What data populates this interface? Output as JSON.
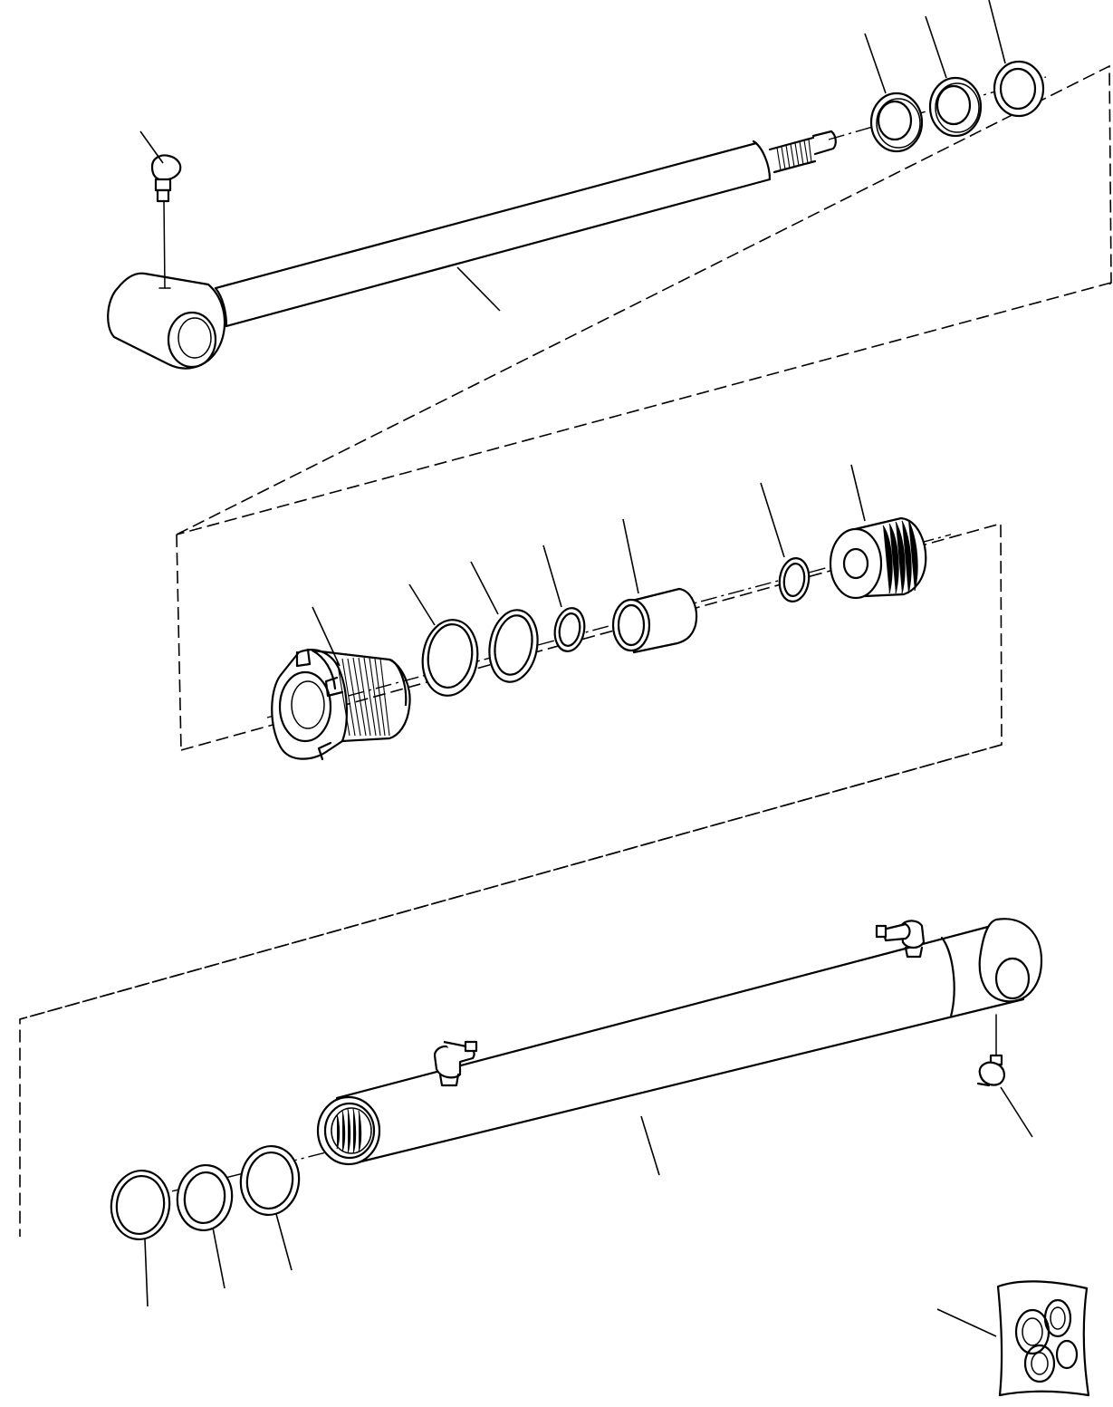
{
  "diagram": {
    "kind": "exploded-parts-view",
    "groups": [
      {
        "name": "piston-rod-assembly",
        "parts": [
          "grease-nipple",
          "piston-rod",
          "rod-seal",
          "gland-seal",
          "wiper-ring"
        ]
      },
      {
        "name": "gland-piston-assembly",
        "parts": [
          "cylinder-head",
          "backup-ring",
          "o-ring",
          "small-o-ring",
          "spacer-sleeve",
          "piston-o-ring",
          "piston"
        ]
      },
      {
        "name": "cylinder-barrel-assembly",
        "parts": [
          "cylinder-barrel",
          "elbow-fitting-front",
          "elbow-fitting-rear",
          "grease-nipple",
          "wear-ring",
          "piston-seal",
          "guide-ring",
          "seal-kit"
        ]
      }
    ]
  }
}
